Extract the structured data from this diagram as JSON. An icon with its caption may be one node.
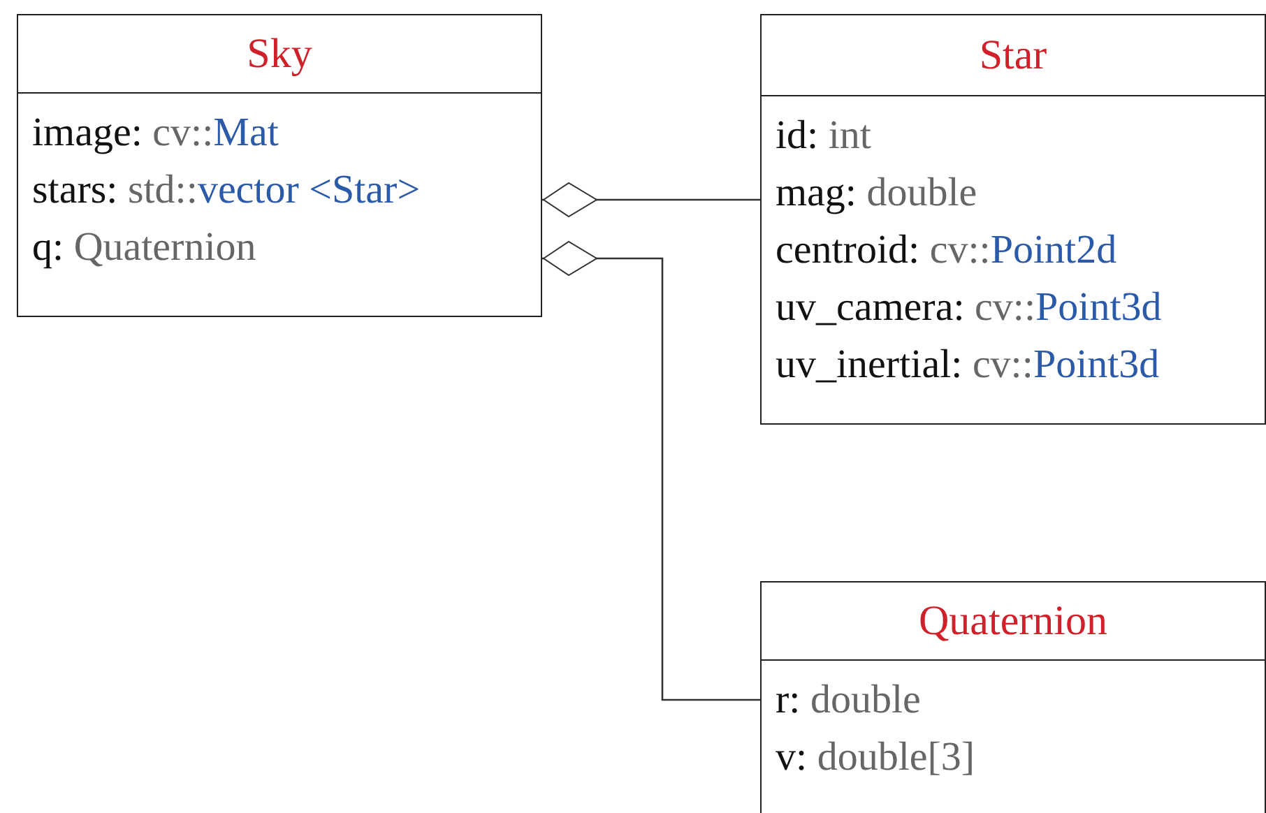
{
  "diagram": {
    "nodes": [
      {
        "text": [
          "Sky",
          "image: cv::Mat",
          "stars: std::vector <Star>",
          "q: Quaternion"
        ]
      },
      {
        "text": [
          "Star",
          "id: int",
          "mag: double",
          "centroid: cv::Point2d",
          "uv_camera: cv::Point3d",
          "uv_inertial: cv::Point3d"
        ]
      },
      {
        "text": [
          "Quaternion",
          "r: double",
          "v: double[3]"
        ]
      }
    ],
    "edges": [
      {
        "from": 0,
        "to": 1,
        "arrow": "other"
      },
      {
        "from": 0,
        "to": 2,
        "arrow": "other"
      }
    ]
  }
}
